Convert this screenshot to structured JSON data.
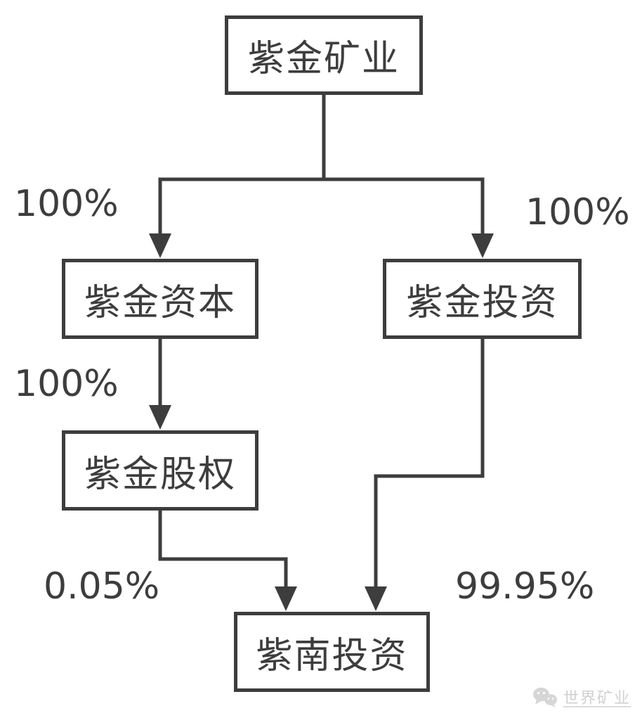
{
  "diagram": {
    "type": "ownership-structure-flowchart",
    "nodes": [
      {
        "id": "zijin-mining",
        "label": "紫金矿业"
      },
      {
        "id": "zijin-capital",
        "label": "紫金资本"
      },
      {
        "id": "zijin-investment",
        "label": "紫金投资"
      },
      {
        "id": "zijin-equity",
        "label": "紫金股权"
      },
      {
        "id": "zinan-investment",
        "label": "紫南投资"
      }
    ],
    "edges": [
      {
        "from": "紫金矿业",
        "to": "紫金资本",
        "label": "100%"
      },
      {
        "from": "紫金矿业",
        "to": "紫金投资",
        "label": "100%"
      },
      {
        "from": "紫金资本",
        "to": "紫金股权",
        "label": "100%"
      },
      {
        "from": "紫金股权",
        "to": "紫南投资",
        "label": "0.05%"
      },
      {
        "from": "紫金投资",
        "to": "紫南投资",
        "label": "99.95%"
      }
    ],
    "colors": {
      "line": "#3d3d3d",
      "text": "#3d3d3d",
      "background": "#ffffff",
      "watermark": "#d0d0d0"
    }
  },
  "watermark": {
    "icon": "wechat-icon",
    "label": "世界矿业"
  }
}
